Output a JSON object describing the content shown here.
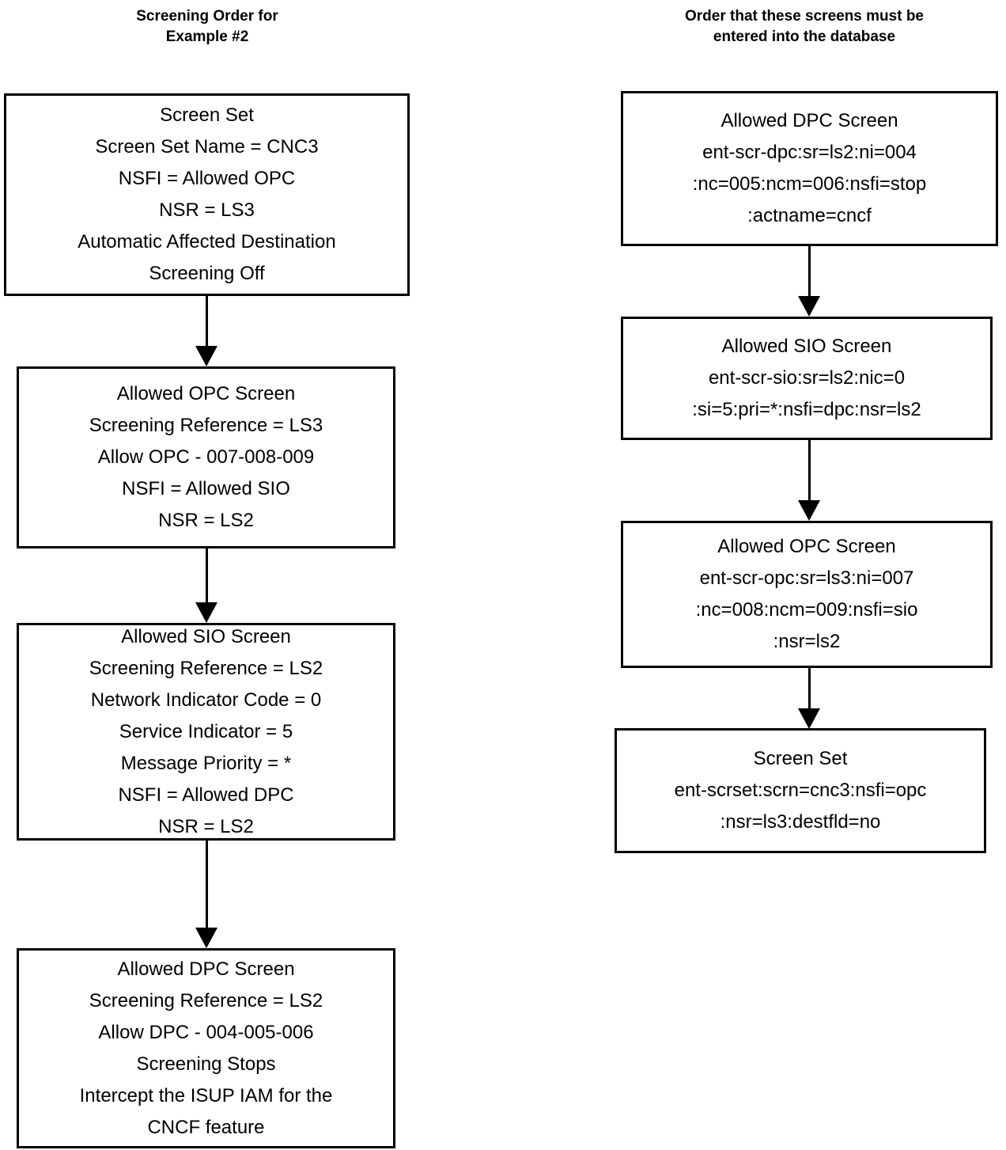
{
  "diagram": {
    "type": "flowchart",
    "columns": [
      {
        "id": "screening-order",
        "title": "Screening Order for\nExample #2",
        "nodes": [
          {
            "id": "screen-set",
            "text": "Screen Set\nScreen Set Name = CNC3\nNSFI = Allowed OPC\nNSR = LS3\nAutomatic Affected Destination\nScreening Off"
          },
          {
            "id": "allowed-opc-screen",
            "text": "Allowed OPC Screen\nScreening Reference = LS3\nAllow OPC - 007-008-009\nNSFI = Allowed SIO\nNSR = LS2"
          },
          {
            "id": "allowed-sio-screen",
            "text": "Allowed SIO Screen\nScreening Reference = LS2\nNetwork Indicator Code  = 0\nService Indicator = 5\nMessage Priority = *\nNSFI = Allowed DPC\nNSR = LS2"
          },
          {
            "id": "allowed-dpc-screen",
            "text": "Allowed DPC Screen\nScreening Reference = LS2\nAllow DPC - 004-005-006\nScreening Stops\nIntercept the ISUP IAM for the\nCNCF feature"
          }
        ]
      },
      {
        "id": "database-entry-order",
        "title": "Order that these screens must be\nentered into the database",
        "nodes": [
          {
            "id": "allowed-dpc-command",
            "text": "Allowed DPC Screen\nent-scr-dpc:sr=ls2:ni=004\n:nc=005:ncm=006:nsfi=stop\n:actname=cncf"
          },
          {
            "id": "allowed-sio-command",
            "text": "Allowed SIO Screen\nent-scr-sio:sr=ls2:nic=0\n:si=5:pri=*:nsfi=dpc:nsr=ls2"
          },
          {
            "id": "allowed-opc-command",
            "text": "Allowed OPC Screen\nent-scr-opc:sr=ls3:ni=007\n:nc=008:ncm=009:nsfi=sio\n:nsr=ls2"
          },
          {
            "id": "screen-set-command",
            "text": "Screen Set\nent-scrset:scrn=cnc3:nsfi=opc\n:nsr=ls3:destfld=no"
          }
        ]
      }
    ],
    "colors": {
      "stroke": "#000000",
      "fill": "#ffffff",
      "text": "#000000"
    }
  }
}
